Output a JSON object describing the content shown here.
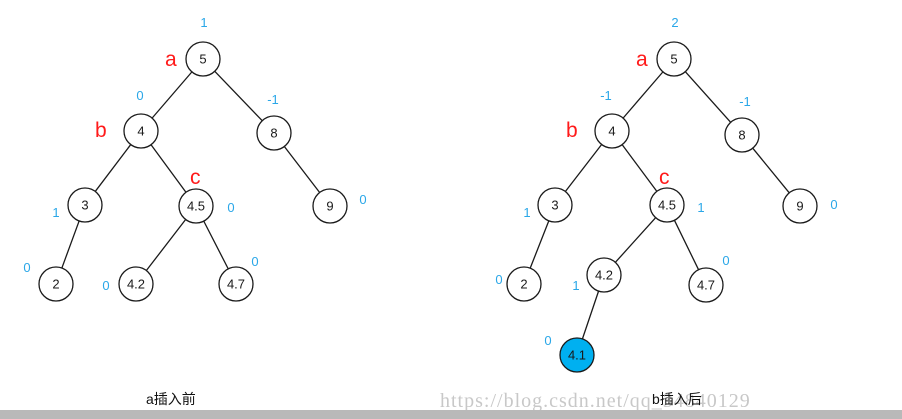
{
  "trees": [
    {
      "id": "a",
      "caption": "a插入前",
      "nodes": [
        {
          "id": "n5",
          "label": "5",
          "balance": "1",
          "mark": "a"
        },
        {
          "id": "n4",
          "label": "4",
          "balance": "0",
          "mark": "b"
        },
        {
          "id": "n8",
          "label": "8",
          "balance": "-1"
        },
        {
          "id": "n3",
          "label": "3",
          "balance": "1"
        },
        {
          "id": "n45",
          "label": "4.5",
          "balance": "0",
          "mark": "c"
        },
        {
          "id": "n9",
          "label": "9",
          "balance": "0"
        },
        {
          "id": "n2",
          "label": "2",
          "balance": "0"
        },
        {
          "id": "n42",
          "label": "4.2",
          "balance": "0"
        },
        {
          "id": "n47",
          "label": "4.7",
          "balance": "0"
        }
      ],
      "edges": [
        [
          "n5",
          "n4"
        ],
        [
          "n5",
          "n8"
        ],
        [
          "n4",
          "n3"
        ],
        [
          "n4",
          "n45"
        ],
        [
          "n8",
          "n9"
        ],
        [
          "n3",
          "n2"
        ],
        [
          "n45",
          "n42"
        ],
        [
          "n45",
          "n47"
        ]
      ]
    },
    {
      "id": "b",
      "caption": "b插入后",
      "nodes": [
        {
          "id": "n5",
          "label": "5",
          "balance": "2",
          "mark": "a"
        },
        {
          "id": "n4",
          "label": "4",
          "balance": "-1",
          "mark": "b"
        },
        {
          "id": "n8",
          "label": "8",
          "balance": "-1"
        },
        {
          "id": "n3",
          "label": "3",
          "balance": "1"
        },
        {
          "id": "n45",
          "label": "4.5",
          "balance": "1",
          "mark": "c"
        },
        {
          "id": "n9",
          "label": "9",
          "balance": "0"
        },
        {
          "id": "n2",
          "label": "2",
          "balance": "0"
        },
        {
          "id": "n42",
          "label": "4.2",
          "balance": "1"
        },
        {
          "id": "n47",
          "label": "4.7",
          "balance": "0"
        },
        {
          "id": "n41",
          "label": "4.1",
          "balance": "0",
          "highlight": true
        }
      ],
      "edges": [
        [
          "n5",
          "n4"
        ],
        [
          "n5",
          "n8"
        ],
        [
          "n4",
          "n3"
        ],
        [
          "n4",
          "n45"
        ],
        [
          "n8",
          "n9"
        ],
        [
          "n3",
          "n2"
        ],
        [
          "n45",
          "n42"
        ],
        [
          "n45",
          "n47"
        ],
        [
          "n42",
          "n41"
        ]
      ]
    }
  ],
  "watermark": "https://blog.csdn.net/qq_34840129",
  "colors": {
    "balance": "#2aa7e8",
    "mark": "#ff1a1a",
    "highlight_fill": "#00b0f0"
  }
}
